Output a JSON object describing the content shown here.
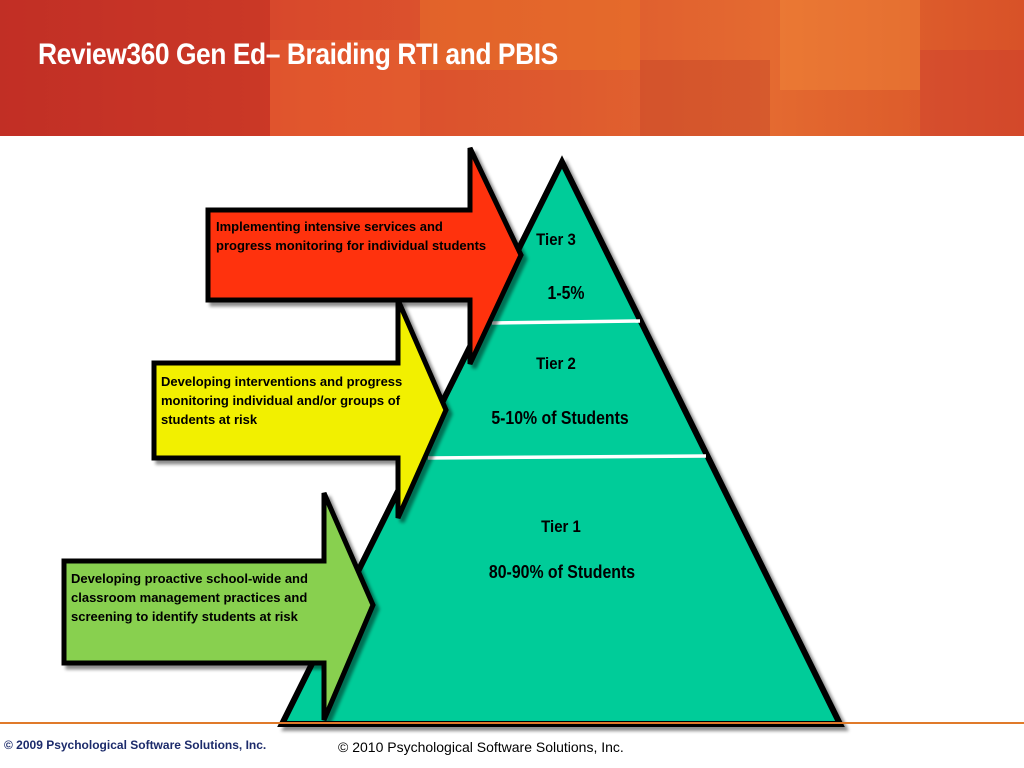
{
  "header": {
    "title": "Review360 Gen Ed– Braiding RTI and PBIS"
  },
  "pyramid": {
    "tiers": [
      {
        "name": "Tier 3",
        "percent": "1-5%"
      },
      {
        "name": "Tier 2",
        "percent": "5-10% of Students"
      },
      {
        "name": "Tier 1",
        "percent": "80-90% of Students"
      }
    ]
  },
  "arrows": {
    "tier3": "Implementing intensive services and progress monitoring for individual students",
    "tier2": "Developing interventions and progress monitoring individual and/or groups of students at risk",
    "tier1": "Developing proactive school-wide and classroom management practices and screening to identify students at risk"
  },
  "colors": {
    "pyramid": "#00cc99",
    "arrow_tier3": "#ff3011",
    "arrow_tier2": "#f2f000",
    "arrow_tier1": "#88d04f",
    "footer_rule": "#e07a2a"
  },
  "footer": {
    "left": "© 2009 Psychological Software Solutions, Inc.",
    "center": "© 2010 Psychological Software Solutions, Inc."
  }
}
